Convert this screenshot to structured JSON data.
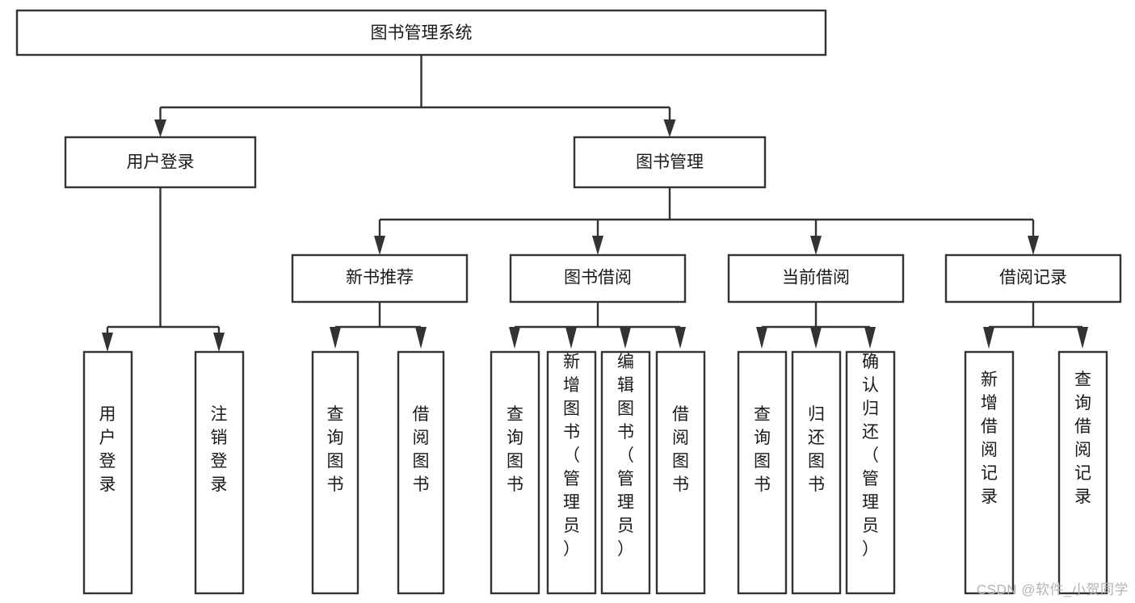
{
  "diagram": {
    "title": "图书管理系统",
    "type": "tree-hierarchy-diagram",
    "orientation": "top-down",
    "colors": {
      "stroke": "#333333",
      "box_fill": "#ffffff",
      "text": "#1a1a1a",
      "background": "#ffffff",
      "watermark": "#b3b3b3"
    },
    "nodes": {
      "root": {
        "label": "图书管理系统",
        "level": 1,
        "text_orientation": "horizontal"
      },
      "l2_user_login": {
        "label": "用户登录",
        "level": 2,
        "text_orientation": "horizontal"
      },
      "l2_book_manage": {
        "label": "图书管理",
        "level": 2,
        "text_orientation": "horizontal"
      },
      "l3_new_book_rec": {
        "label": "新书推荐",
        "level": 3,
        "text_orientation": "horizontal"
      },
      "l3_book_borrow": {
        "label": "图书借阅",
        "level": 3,
        "text_orientation": "horizontal"
      },
      "l3_current_borrow": {
        "label": "当前借阅",
        "level": 3,
        "text_orientation": "horizontal"
      },
      "l3_borrow_record": {
        "label": "借阅记录",
        "level": 3,
        "text_orientation": "horizontal"
      },
      "leaf_user_login": {
        "label": "用户登录",
        "level": 3,
        "text_orientation": "vertical"
      },
      "leaf_logout_login": {
        "label": "注销登录",
        "level": 3,
        "text_orientation": "vertical"
      },
      "leaf_query_book_1": {
        "label": "查询图书",
        "level": 4,
        "text_orientation": "vertical"
      },
      "leaf_borrow_book_1": {
        "label": "借阅图书",
        "level": 4,
        "text_orientation": "vertical"
      },
      "leaf_query_book_2": {
        "label": "查询图书",
        "level": 4,
        "text_orientation": "vertical"
      },
      "leaf_add_book_admin": {
        "label": "新增图书（管理员）",
        "level": 4,
        "text_orientation": "vertical"
      },
      "leaf_edit_book_admin": {
        "label": "编辑图书（管理员）",
        "level": 4,
        "text_orientation": "vertical"
      },
      "leaf_borrow_book_2": {
        "label": "借阅图书",
        "level": 4,
        "text_orientation": "vertical"
      },
      "leaf_query_book_3": {
        "label": "查询图书",
        "level": 4,
        "text_orientation": "vertical"
      },
      "leaf_return_book": {
        "label": "归还图书",
        "level": 4,
        "text_orientation": "vertical"
      },
      "leaf_confirm_return_admin": {
        "label": "确认归还（管理员）",
        "level": 4,
        "text_orientation": "vertical"
      },
      "leaf_add_borrow_record": {
        "label": "新增借阅记录",
        "level": 4,
        "text_orientation": "vertical"
      },
      "leaf_query_borrow_record": {
        "label": "查询借阅记录",
        "level": 4,
        "text_orientation": "vertical"
      }
    },
    "edges": [
      {
        "from": "root",
        "to": "l2_user_login"
      },
      {
        "from": "root",
        "to": "l2_book_manage"
      },
      {
        "from": "l2_user_login",
        "to": "leaf_user_login"
      },
      {
        "from": "l2_user_login",
        "to": "leaf_logout_login"
      },
      {
        "from": "l2_book_manage",
        "to": "l3_new_book_rec"
      },
      {
        "from": "l2_book_manage",
        "to": "l3_book_borrow"
      },
      {
        "from": "l2_book_manage",
        "to": "l3_current_borrow"
      },
      {
        "from": "l2_book_manage",
        "to": "l3_borrow_record"
      },
      {
        "from": "l3_new_book_rec",
        "to": "leaf_query_book_1"
      },
      {
        "from": "l3_new_book_rec",
        "to": "leaf_borrow_book_1"
      },
      {
        "from": "l3_book_borrow",
        "to": "leaf_query_book_2"
      },
      {
        "from": "l3_book_borrow",
        "to": "leaf_add_book_admin"
      },
      {
        "from": "l3_book_borrow",
        "to": "leaf_edit_book_admin"
      },
      {
        "from": "l3_book_borrow",
        "to": "leaf_borrow_book_2"
      },
      {
        "from": "l3_current_borrow",
        "to": "leaf_query_book_3"
      },
      {
        "from": "l3_current_borrow",
        "to": "leaf_return_book"
      },
      {
        "from": "l3_current_borrow",
        "to": "leaf_confirm_return_admin"
      },
      {
        "from": "l3_borrow_record",
        "to": "leaf_add_borrow_record"
      },
      {
        "from": "l3_borrow_record",
        "to": "leaf_query_borrow_record"
      }
    ]
  },
  "watermark": {
    "text": "CSDN @软件_小贺同学"
  }
}
